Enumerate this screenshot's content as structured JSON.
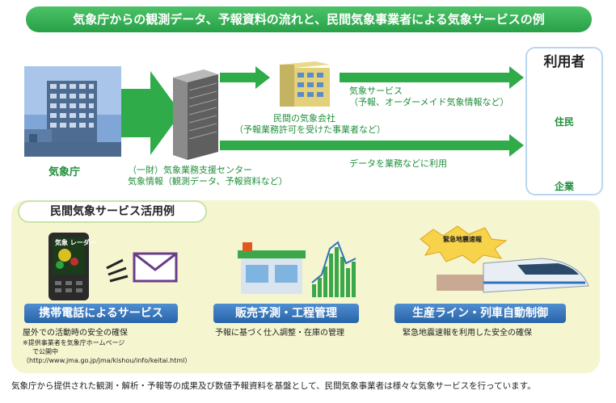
{
  "header": {
    "title": "気象庁からの観測データ、予報資料の流れと、民間気象事業者による気象サービスの例"
  },
  "flow": {
    "jma_label": "気象庁",
    "center_line1": "（一財）気象業務支援センター",
    "center_line2": "気象情報（観測データ、予報資料など）",
    "company_line1": "民間の気象会社",
    "company_line2": "（予報業務許可を受けた事業者など）",
    "service_line1": "気象サービス",
    "service_line2": "（予報、オーダーメイド気象情報など）",
    "data_use": "データを業務などに利用"
  },
  "users": {
    "title": "利用者",
    "residents": "住民",
    "companies": "企業"
  },
  "examples": {
    "title": "民間気象サービス活用例",
    "phone_screen": "気象 レーダー",
    "items": [
      {
        "label": "携帯電話によるサービス",
        "desc": "屋外での活動時の安全の確保",
        "note1": "※提供事業者を気象庁ホームページ",
        "note2": "で公開中",
        "note3": "（http://www.jma.go.jp/jma/kishou/info/keitai.html）"
      },
      {
        "label": "販売予測・工程管理",
        "desc": "予報に基づく仕入調整・在庫の管理"
      },
      {
        "label": "生産ライン・列車自動制御",
        "desc": "緊急地震速報を利用した安全の確保",
        "burst": "緊急地震速報"
      }
    ]
  },
  "footer": {
    "text": "気象庁から提供された観測・解析・予報等の成果及び数値予報資料を基盤として、民間気象事業者は様々な気象サービスを行っています。"
  },
  "colors": {
    "arrow": "#2fab4a",
    "title_bar": "#34b054",
    "service_bar": "#2f73bd",
    "panel": "#f5f5cf"
  }
}
